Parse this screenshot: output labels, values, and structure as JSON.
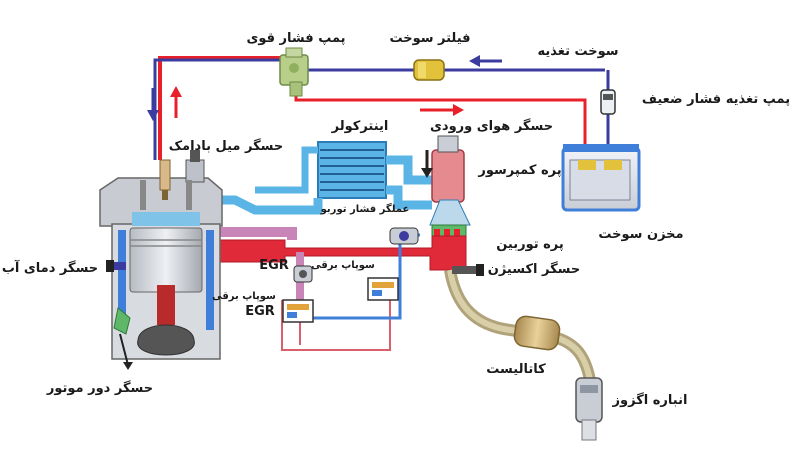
{
  "labels": {
    "high_pressure_pump": "پمپ فشار قوی",
    "fuel_filter": "فیلتر سوخت",
    "fuel_supply": "سوخت تغذیه",
    "low_pressure_feed_pump": "پمپ تغذیه فشار ضعیف",
    "intake_air_sensor": "حسگر هوای ورودی",
    "intercooler": "اینترکولر",
    "camshaft_sensor": "حسگر میل بادامک",
    "compressor_blade": "پره کمپرسور",
    "fuel_tank": "مخزن سوخت",
    "turbo_pressure_actuator": "عملگر فشار توربو",
    "turbine_blade": "پره توربین",
    "oxygen_sensor": "حسگر اکسیژن",
    "egr": "EGR",
    "solenoid_valve": "سوپاپ برقی",
    "solenoid_valve_egr_line1": "سوپاپ برقی",
    "solenoid_valve_egr_line2": "EGR",
    "coolant_temp_sensor": "حسگر دمای آب",
    "catalyst": "کاتالیست",
    "exhaust": "انباره اگزوز",
    "engine_speed_sensor": "حسگر دور موتور"
  },
  "colors": {
    "fuel_return": "#e8202a",
    "fuel_feed": "#3b3ba0",
    "coolant": "#3f7fd9",
    "intake_air": "#5ab4e6",
    "exhaust_hot": "#e02a3a",
    "egr_pink": "#c985b8",
    "vacuum_line": "#d9606a",
    "engine_body": "#c8ccd2",
    "catalyst": "#c9a86a",
    "pump_green": "#b7cf8b",
    "filter_yellow": "#e2c23a"
  }
}
